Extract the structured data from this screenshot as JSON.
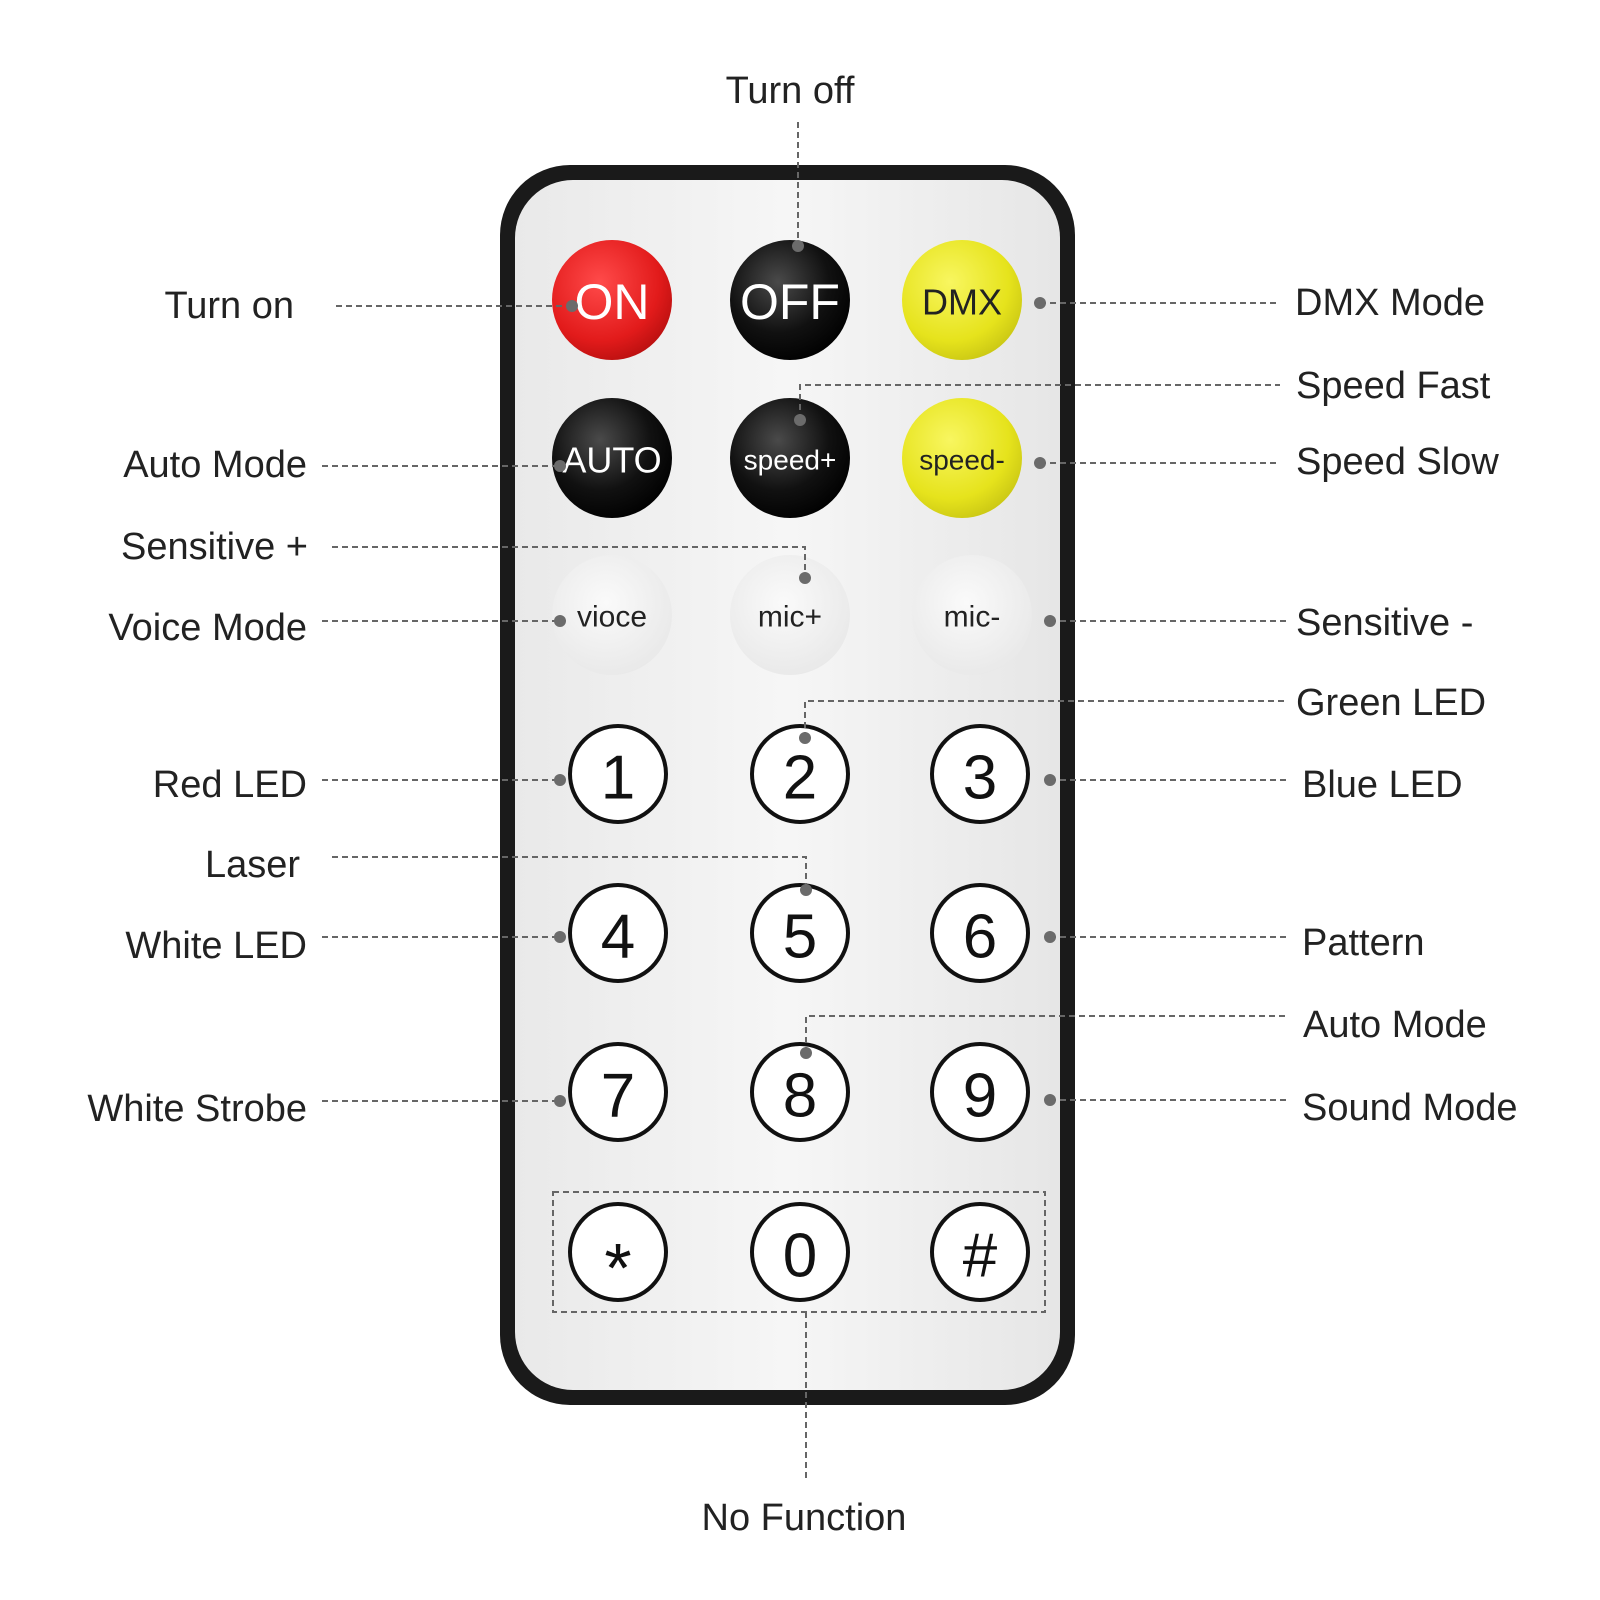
{
  "colors": {
    "red_button": "#e21b1b",
    "black_button": "#111111",
    "yellow_button": "#e6e31c",
    "white_button": "#f3f3f3",
    "remote_frame": "#1a1a1a",
    "remote_face": "#f0f0f0"
  },
  "remote": {
    "row1": [
      "ON",
      "OFF",
      "DMX"
    ],
    "row2": [
      "AUTO",
      "speed+",
      "speed-"
    ],
    "row3": [
      "vioce",
      "mic+",
      "mic-"
    ],
    "row4": [
      "1",
      "2",
      "3"
    ],
    "row5": [
      "4",
      "5",
      "6"
    ],
    "row6": [
      "7",
      "8",
      "9"
    ],
    "row7": [
      "*",
      "0",
      "#"
    ]
  },
  "labels": {
    "turn_off": "Turn off",
    "turn_on": "Turn on",
    "dmx_mode": "DMX Mode",
    "speed_fast": "Speed Fast",
    "auto_mode_left": "Auto Mode",
    "speed_slow": "Speed Slow",
    "sensitive_plus": "Sensitive +",
    "voice_mode": "Voice Mode",
    "sensitive_minus": "Sensitive -",
    "green_led": "Green LED",
    "red_led": "Red LED",
    "blue_led": "Blue LED",
    "laser": "Laser",
    "white_led": "White LED",
    "pattern": "Pattern",
    "auto_mode_right": "Auto Mode",
    "white_strobe": "White Strobe",
    "sound_mode": "Sound Mode",
    "no_function": "No Function"
  }
}
